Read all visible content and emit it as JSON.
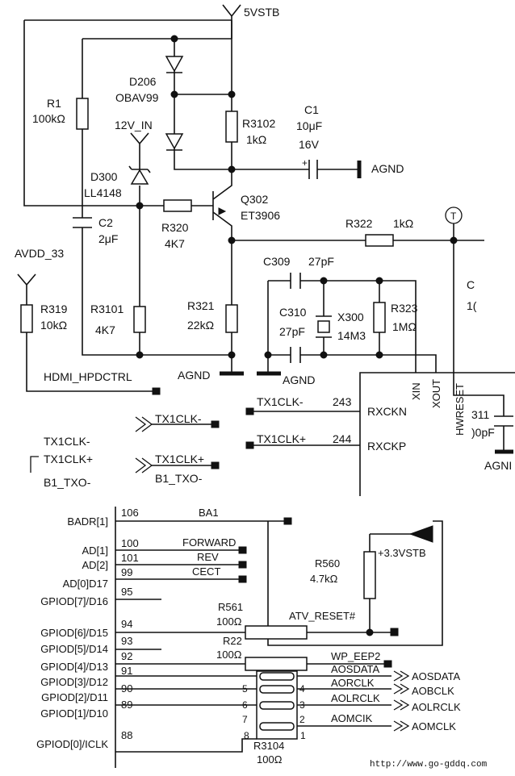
{
  "top": {
    "supply_5vstb": "5VSTB",
    "r1_name": "R1",
    "r1_value": "100kΩ",
    "d206_name": "D206",
    "d206_part": "OBAV99",
    "r3102_name": "R3102",
    "r3102_value": "1kΩ",
    "c1_name": "C1",
    "c1_value": "10μF",
    "c1_voltage": "16V",
    "agnd_c1": "AGND",
    "supply_12v": "12V_IN",
    "d300_name": "D300",
    "d300_part": "LL4148",
    "r320_name": "R320",
    "r320_value": "4K7",
    "q302_name": "Q302",
    "q302_part": "ET3906",
    "c2_name": "C2",
    "c2_value": "2μF",
    "r322_name": "R322",
    "r322_value": "1kΩ",
    "tp_mark": "T",
    "right_cut_1": "C",
    "right_cut_2": "1(",
    "supply_avdd": "AVDD_33",
    "c309_name": "C309",
    "c309_value": "27pF",
    "r319_name": "R319",
    "r319_value": "10kΩ",
    "r3101_name": "R3101",
    "r3101_value": "4K7",
    "r321_name": "R321",
    "r321_value": "22kΩ",
    "c310_name": "C310",
    "c310_value": "27pF",
    "x300_name": "X300",
    "x300_value": "14M3",
    "r323_name": "R323",
    "r323_value": "1MΩ",
    "agnd_r321": "AGND",
    "agnd_xtal": "AGND",
    "hdmi_net": "HDMI_HPDCTRL",
    "pin_xin": "XIN",
    "pin_xout": "XOUT",
    "pin_hwreset": "HWRESET",
    "c311_name": "311",
    "c311_value": ")0pF",
    "agnd_c311": "AGNI",
    "net_clkn": "TX1CLK-",
    "pin_243": "243",
    "pin_rxckn": "RXCKN",
    "net_clkp": "TX1CLK+",
    "pin_244": "244",
    "pin_rxckp": "RXCKP",
    "conn_clkn": "TX1CLK-",
    "conn_clkp": "TX1CLK+",
    "conn_b1txo": "B1_TXO-",
    "legend_clkn": "TX1CLK-",
    "legend_clkp": "TX1CLK+",
    "legend_b1txo": "B1_TXO-"
  },
  "bottom": {
    "pins": [
      {
        "label": "BADR[1]",
        "num": "106",
        "net": "BA1"
      },
      {
        "label": "AD[1]",
        "num": "100",
        "net": "FORWARD"
      },
      {
        "label": "AD[2]",
        "num": "101",
        "net": "REV"
      },
      {
        "label": "AD[0]D17",
        "num": "99",
        "net": "CECT"
      },
      {
        "label": "GPIOD[7]/D16",
        "num": "95",
        "net": ""
      },
      {
        "label": "GPIOD[6]/D15",
        "num": "94",
        "net": "ATV_RESET#"
      },
      {
        "label": "GPIOD[5]/D14",
        "num": "93",
        "net": ""
      },
      {
        "label": "GPIOD[4]/D13",
        "num": "92",
        "net": "WP_EEP2"
      },
      {
        "label": "GPIOD[3]/D12",
        "num": "91",
        "net": "AOSDATA"
      },
      {
        "label": "GPIOD[2]/D11",
        "num": "90",
        "net": "AORCLK"
      },
      {
        "label": "GPIOD[1]/D10",
        "num": "89",
        "net": "AOLRCLK"
      },
      {
        "label": "GPIOD[0]/ICLK",
        "num": "88",
        "net": "AOMCIK"
      }
    ],
    "r561_name": "R561",
    "r561_value": "100Ω",
    "r22_name": "R22",
    "r22_value": "100Ω",
    "r560_name": "R560",
    "r560_value": "4.7kΩ",
    "supply_33vstb": "+3.3VSTB",
    "r3104_name": "R3104",
    "r3104_value": "100Ω",
    "rn_pins": [
      "5",
      "6",
      "7",
      "8",
      "4",
      "3",
      "2",
      "1"
    ],
    "outputs": [
      "AOSDATA",
      "AOBCLK",
      "AOLRCLK",
      "AOMCLK"
    ]
  },
  "watermark": "http://www.go-gddq.com"
}
